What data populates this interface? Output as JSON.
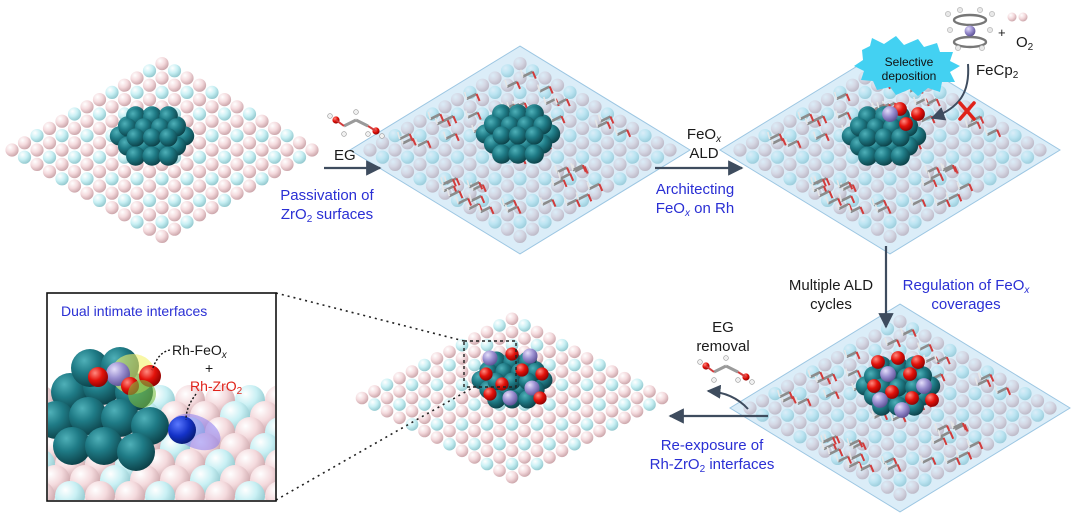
{
  "colors": {
    "rh": "#1f7b86",
    "zr": "#bfeaf0",
    "o_surface": "#f2d2d6",
    "oxygen": "#e3120b",
    "fe": "#9a8fd0",
    "arrow": "#3e4c5e",
    "caption_blue": "#2a2fd4",
    "badge": "#43d1f2",
    "cross": "#e0231a"
  },
  "steps": {
    "s1_reagent": "EG",
    "s1_caption_a": "Passivation of",
    "s1_caption_b": "ZrO",
    "s1_caption_b_sub": "2",
    "s1_caption_b_tail": " surfaces",
    "s2_reagent_a": "FeO",
    "s2_reagent_a_sub": "x",
    "s2_reagent_b": "ALD",
    "s2_caption_a": "Architecting",
    "s2_caption_b": "FeO",
    "s2_caption_b_sub": "x",
    "s2_caption_b_tail": " on Rh",
    "s3_reagent_a": "Multiple ALD",
    "s3_reagent_b": "cycles",
    "s3_caption_a_head": "Regulation of FeO",
    "s3_caption_a_sub": "x",
    "s3_caption_b": "coverages",
    "s4_reagent_a": "EG",
    "s4_reagent_b": "removal",
    "s4_caption_a": "Re-exposure of",
    "s4_caption_b": "Rh-ZrO",
    "s4_caption_b_sub": "2",
    "s4_caption_b_tail": " interfaces"
  },
  "precursor": {
    "badge_a": "Selective",
    "badge_b": "deposition",
    "fecp2": "FeCp",
    "fecp2_sub": "2",
    "plus": "+",
    "o2": "O",
    "o2_sub": "2"
  },
  "inset": {
    "title": "Dual intimate interfaces",
    "rh_feox": "Rh-FeO",
    "rh_feox_sub": "x",
    "plus": "+",
    "rh_zro2": "Rh-ZrO",
    "rh_zro2_sub": "2"
  }
}
